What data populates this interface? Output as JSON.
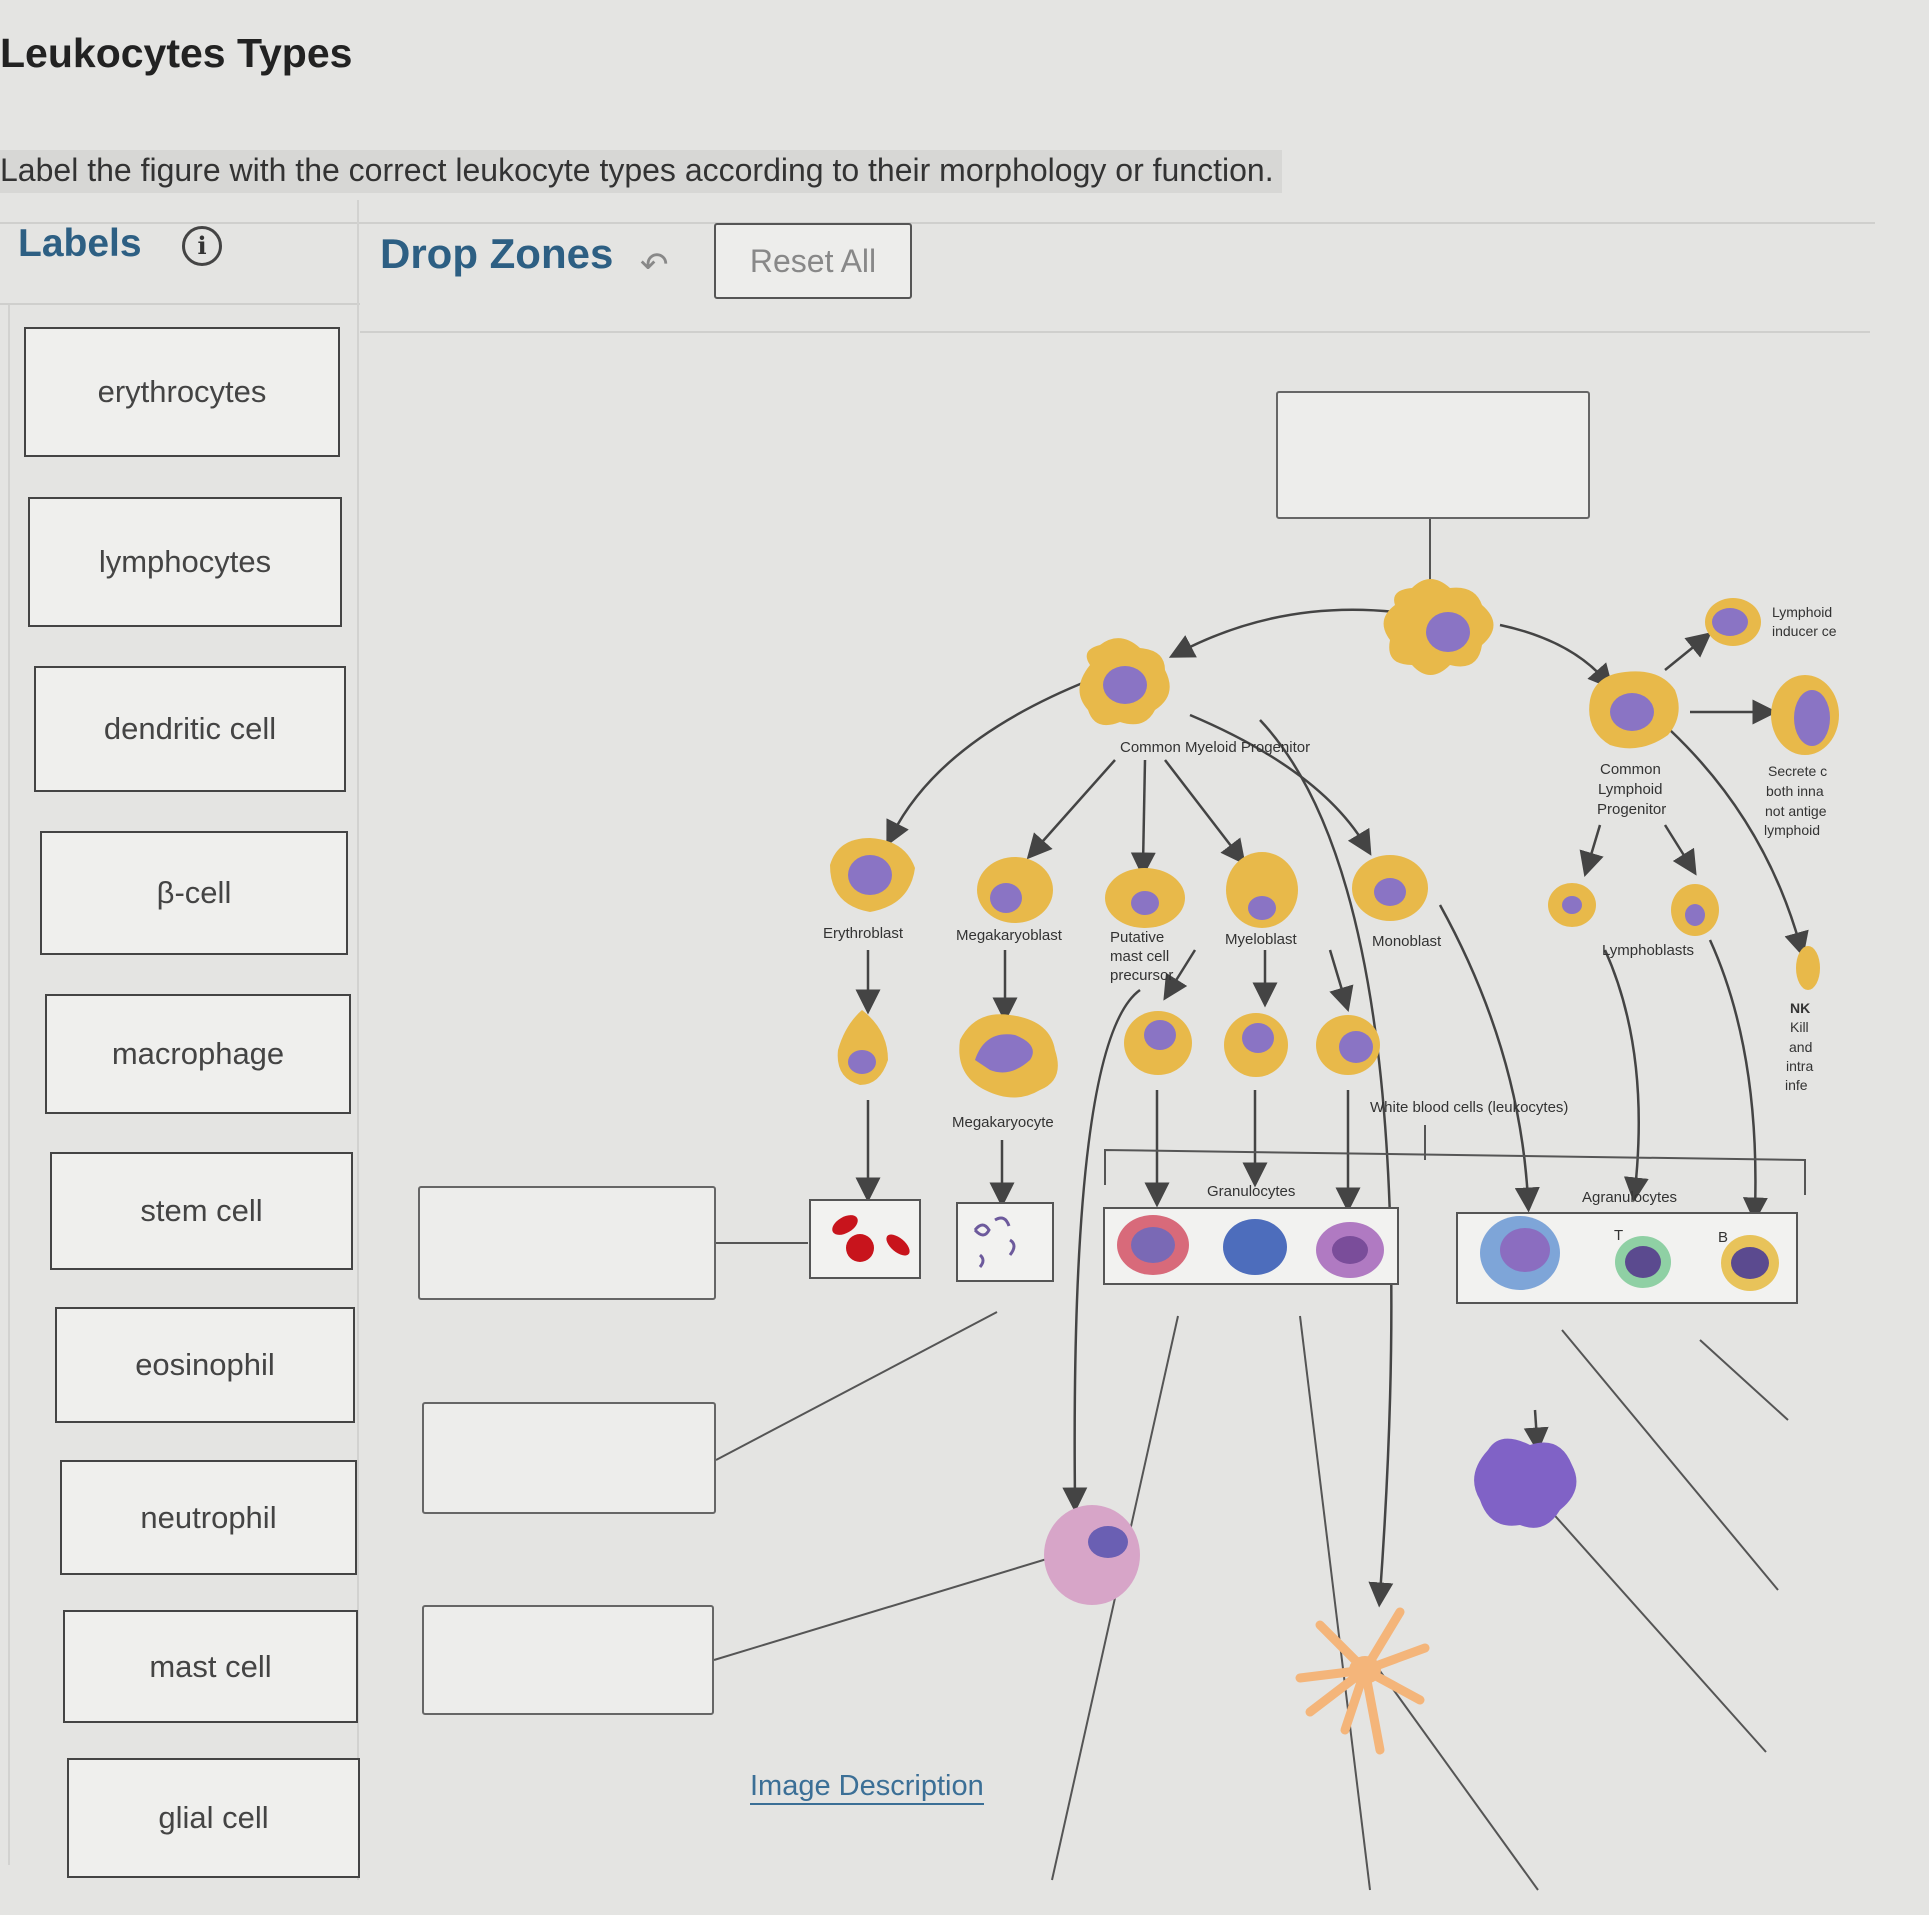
{
  "page": {
    "title": "Leukocytes Types",
    "instructions": "Label the figure with the correct leukocyte types according to their morphology or function."
  },
  "toolbar": {
    "labels_heading": "Labels",
    "info_icon": "info-icon",
    "dropzones_heading": "Drop Zones",
    "undo_icon": "undo-icon",
    "reset_label": "Reset All",
    "image_description_link": "Image Description"
  },
  "labels": [
    "erythrocytes",
    "lymphocytes",
    "dendritic cell",
    "β-cell",
    "macrophage",
    "stem cell",
    "eosinophil",
    "neutrophil",
    "mast cell",
    "glial cell"
  ],
  "diagram": {
    "common_myeloid_progenitor": "Common Myeloid Progenitor",
    "common_lymphoid_progenitor_1": "Common",
    "common_lymphoid_progenitor_2": "Lymphoid",
    "common_lymphoid_progenitor_3": "Progenitor",
    "erythroblast": "Erythroblast",
    "megakaryoblast": "Megakaryoblast",
    "putative_1": "Putative",
    "putative_2": "mast cell",
    "putative_3": "precursor",
    "myeloblast": "Myeloblast",
    "monoblast": "Monoblast",
    "lymphoblasts": "Lymphoblasts",
    "megakaryocyte": "Megakaryocyte",
    "white_blood_cells": "White blood cells (leukocytes)",
    "granulocytes": "Granulocytes",
    "agranulocytes": "Agranulocytes",
    "t_label": "T",
    "b_label": "B",
    "lymphoid_inducer_1": "Lymphoid",
    "lymphoid_inducer_2": "inducer ce",
    "secrete_1": "Secrete c",
    "secrete_2": "both inna",
    "secrete_3": "not antige",
    "secrete_4": "lymphoid",
    "nk_1": "NK",
    "nk_2": "Kill",
    "nk_3": "and",
    "nk_4": "intra",
    "nk_5": "infe"
  },
  "colors": {
    "heading_blue": "#2d5f83",
    "link_blue": "#3b6f96",
    "cell_gold": "#e8b94a",
    "nucleus_purple": "#8a74c4"
  }
}
